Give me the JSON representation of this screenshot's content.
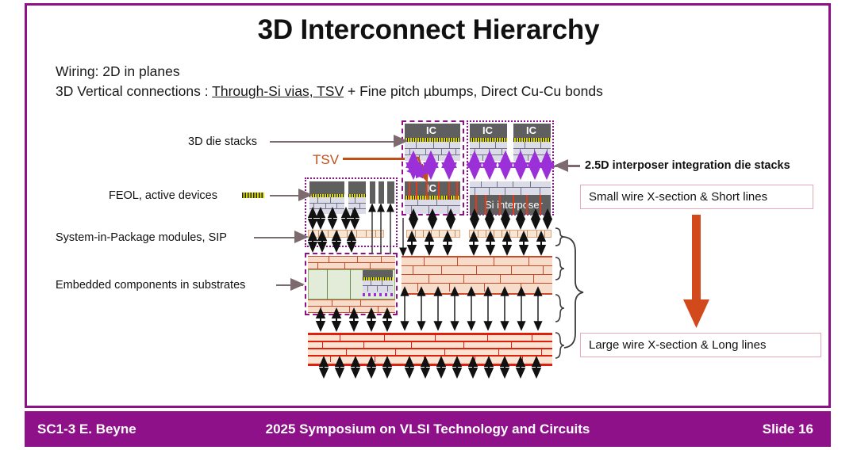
{
  "slide": {
    "title": "3D Interconnect Hierarchy",
    "subtitle_line1": "Wiring: 2D in planes",
    "subtitle_line2_prefix": "3D Vertical connections : ",
    "subtitle_line2_underlined": "Through-Si vias, TSV",
    "subtitle_line2_suffix": " + Fine pitch µbumps, Direct Cu-Cu bonds",
    "frame_color": "#8E1189",
    "accent_orange": "#C24E17",
    "accent_purple_arrow": "#9B30D9"
  },
  "labels": {
    "die_stacks": "3D die stacks",
    "tsv": "TSV",
    "feol": "FEOL, active devices",
    "sip": "System-in-Package modules, SIP",
    "embedded": "Embedded components in substrates",
    "interposer_2p5d": "2.5D interposer integration die stacks",
    "ic": "IC",
    "si_interposer": "Si  interposer"
  },
  "callouts": {
    "small_wire": "Small wire X-section &  Short lines",
    "large_wire": "Large wire X-section & Long lines"
  },
  "footer": {
    "left": "SC1-3   E. Beyne",
    "center": "2025 Symposium on VLSI Technology and Circuits",
    "right": "Slide 16"
  }
}
